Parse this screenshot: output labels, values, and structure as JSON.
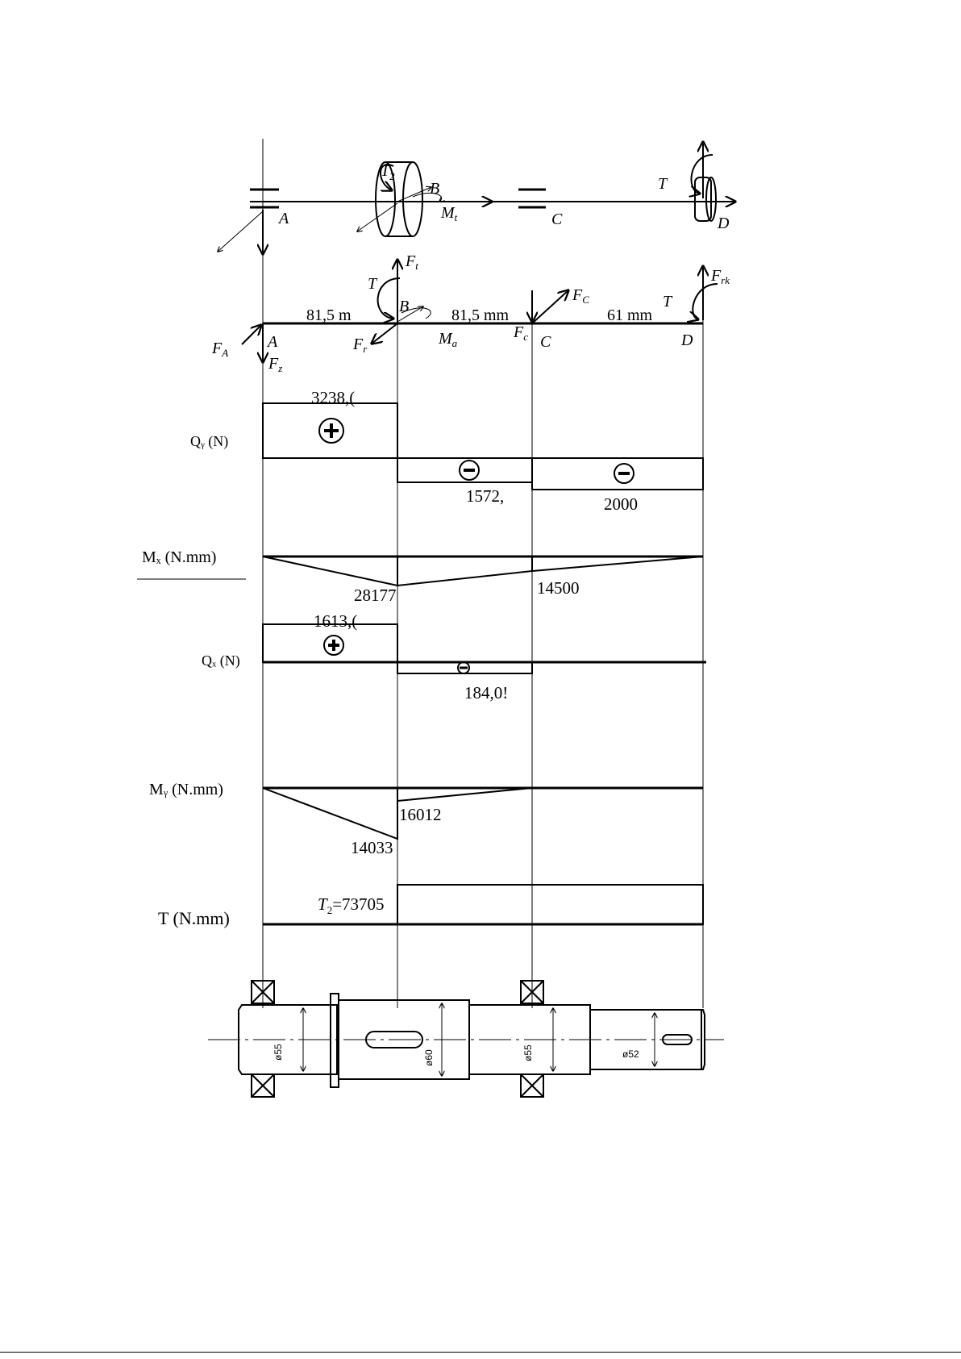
{
  "space_diagram": {
    "labels": {
      "A": "A",
      "B": "B",
      "C": "C",
      "D": "D",
      "T2": "T",
      "T2_sub": "2",
      "T": "T",
      "M": "M",
      "M_sub": "t"
    }
  },
  "plane_diagram": {
    "labels": {
      "A": "A",
      "B": "B",
      "C": "C",
      "D": "D",
      "Ft": "F",
      "Ft_sub": "t",
      "T": "T",
      "T_right": "T",
      "FC": "F",
      "FC_sub": "C",
      "Fc2": "F",
      "Fc2_sub": "c",
      "Frk": "F",
      "Frk_sub": "rk",
      "FA": "F",
      "FA_sub": "A",
      "FA2": "F",
      "FA2_sub": "z",
      "Fr": "F",
      "Fr_sub": "r",
      "M": "M",
      "M_sub": "a"
    },
    "spans": [
      "81,5 m",
      "81,5 mm",
      "61 mm"
    ]
  },
  "diagrams": {
    "qy": {
      "label": "Qᵧ (N)",
      "value_top": "3238,(",
      "value_bc": "1572,",
      "value_cd": "2000"
    },
    "mx": {
      "label": "Mₓ (N.mm)",
      "value_b": "28177",
      "value_c": "14500"
    },
    "qx": {
      "label": "Qₓ (N)",
      "value_top": "1613,(",
      "value_bc": "184,0!"
    },
    "my": {
      "label": "Mᵧ (N.mm)",
      "value_b_up": "16012",
      "value_b_down": "14033"
    },
    "t": {
      "label": "T (N.mm)",
      "value": "=73705",
      "value_prefix": "T",
      "value_sub": "2"
    }
  },
  "shaft": {
    "diameters": [
      "ø55",
      "ø60",
      "ø55",
      "ø52"
    ]
  }
}
